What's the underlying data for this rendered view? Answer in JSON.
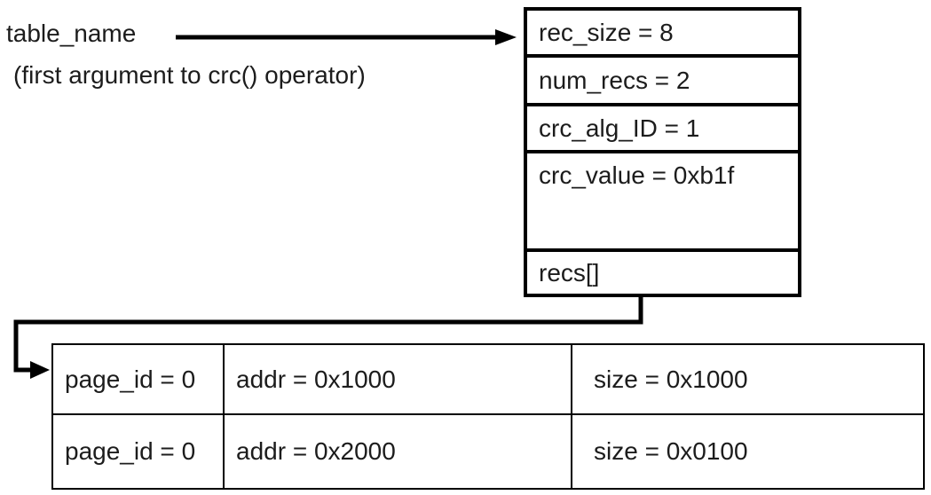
{
  "diagram": {
    "caption": {
      "line1": "table_name",
      "line2": "(first argument to crc() operator)"
    },
    "header_table": {
      "fields": [
        "rec_size = 8",
        "num_recs = 2",
        "crc_alg_ID = 1",
        "crc_value = 0xb1f",
        "recs[]"
      ]
    },
    "records_table": {
      "rows": [
        [
          "page_id = 0",
          "addr = 0x1000",
          "size = 0x1000"
        ],
        [
          "page_id = 0",
          "addr = 0x2000",
          "size = 0x0100"
        ]
      ]
    },
    "colors": {
      "ink": "#000000",
      "text": "#1c1c1c",
      "background": "#ffffff"
    }
  }
}
